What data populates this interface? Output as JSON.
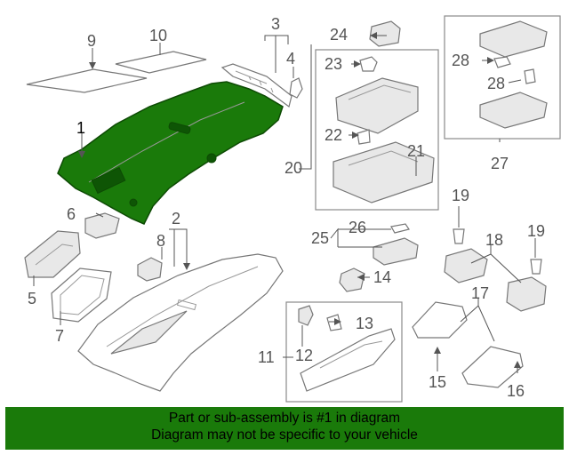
{
  "highlight_color": "#1a7a0a",
  "callouts": {
    "c1": "1",
    "c2": "2",
    "c3": "3",
    "c4": "4",
    "c5": "5",
    "c6": "6",
    "c7": "7",
    "c8": "8",
    "c9": "9",
    "c10": "10",
    "c11": "11",
    "c12": "12",
    "c13": "13",
    "c14": "14",
    "c15": "15",
    "c16": "16",
    "c17": "17",
    "c18": "18",
    "c19a": "19",
    "c19b": "19",
    "c20": "20",
    "c21": "21",
    "c22": "22",
    "c23": "23",
    "c24": "24",
    "c25": "25",
    "c26": "26",
    "c27": "27",
    "c28a": "28",
    "c28b": "28"
  },
  "footer": {
    "line1": "Part or sub-assembly is #1 in diagram",
    "line2": "Diagram may not be specific to your vehicle"
  }
}
